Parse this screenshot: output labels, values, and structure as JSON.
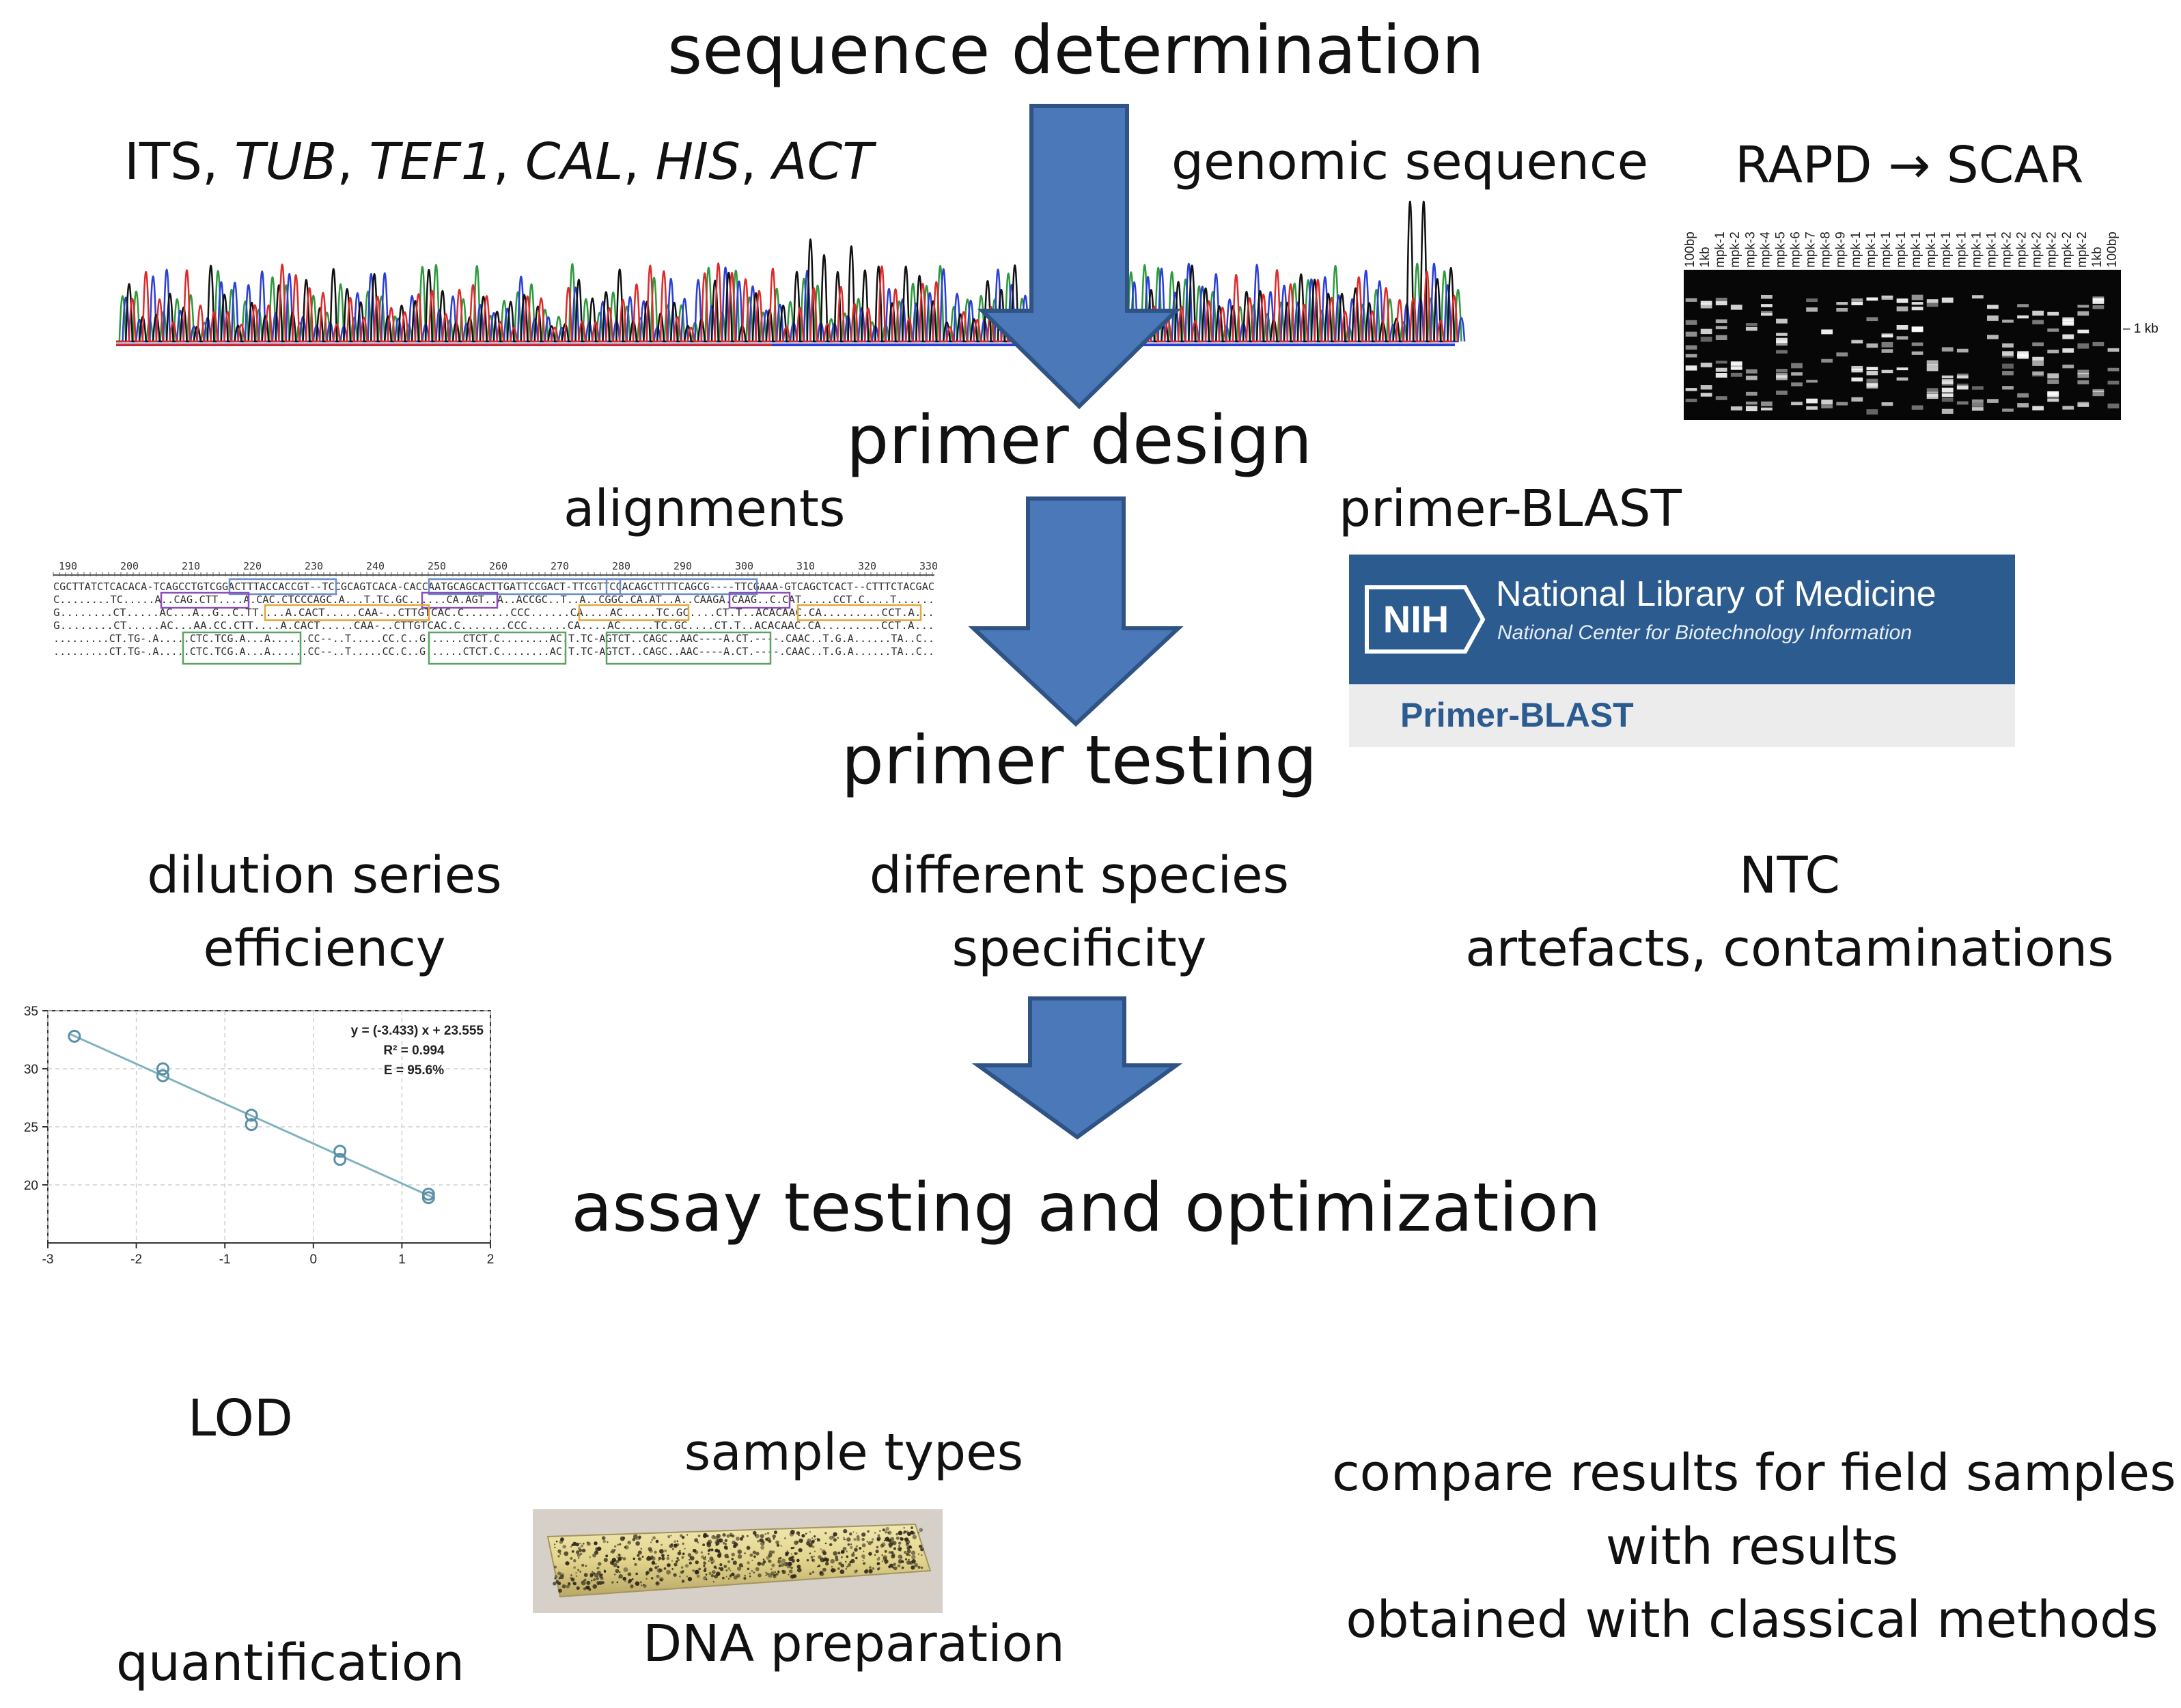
{
  "stages": {
    "sequence_determination": "sequence determination",
    "primer_design": "primer design",
    "primer_testing": "primer testing",
    "assay_testing": "assay testing and optimization"
  },
  "sequence_section": {
    "markers": {
      "its": "ITS",
      "sep": ", ",
      "tub": "TUB",
      "tef1": "TEF1",
      "cal": "CAL",
      "his": "HIS",
      "act": "ACT"
    },
    "genomic": "genomic sequence",
    "rapd": "RAPD",
    "arrow_glyph": "→",
    "scar": "SCAR",
    "gel": {
      "marker_label": "1 kb",
      "lane_labels": [
        "100bp",
        "1kb",
        "mpk-1",
        "mpk-2",
        "mpk-3",
        "mpk-4",
        "mpk-5",
        "mpk-6",
        "mpk-7",
        "mpk-8",
        "mpk-9",
        "mpk-10",
        "mpk-11",
        "mpk-12",
        "mpk-13",
        "mpk-14",
        "mpk-15",
        "mpk-16",
        "mpk-17",
        "mpk-18",
        "mpk-19",
        "mpk-20",
        "mpk-21",
        "mpk-22",
        "mpk-23",
        "mpk-24",
        "mpk-25",
        "1kb",
        "100bp"
      ]
    }
  },
  "design_section": {
    "alignments": "alignments",
    "primer_blast": "primer-BLAST",
    "ruler_numbers": [
      "190",
      "200",
      "210",
      "220",
      "230",
      "240",
      "250",
      "260",
      "270",
      "280",
      "290",
      "300",
      "310",
      "320",
      "330"
    ],
    "nih_logo": "NIH",
    "nih_title": "National Library of Medicine",
    "nih_subtitle": "National Center for Biotechnology Information",
    "nih_link": "Primer-BLAST"
  },
  "testing_section": {
    "dilution": "dilution series",
    "efficiency": "efficiency",
    "different_species": "different species",
    "specificity": "specificity",
    "ntc": "NTC",
    "artefacts": "artefacts, contaminations"
  },
  "assay_section": {
    "lod": "LOD",
    "quantification": "quantification",
    "sample_types": "sample types",
    "dna_preparation": "DNA preparation",
    "compare_line1": "compare results for field samples",
    "compare_line2": "with results",
    "compare_line3": "obtained with classical methods"
  },
  "colors": {
    "arrow_fill": "#4a78b8",
    "arrow_stroke": "#2e5384",
    "nih_blue": "#2c5b8f",
    "trace_a": "#2e9a3e",
    "trace_c": "#2b3fd6",
    "trace_g": "#111111",
    "trace_t": "#dd2a2a",
    "fit_line": "#7fb3c0"
  },
  "chart_data": {
    "type": "scatter",
    "title": "",
    "xlabel": "",
    "ylabel": "",
    "xlim": [
      -3,
      2
    ],
    "ylim": [
      15,
      35
    ],
    "x_ticks": [
      "-3",
      "-2",
      "-1",
      "0",
      "1",
      "2"
    ],
    "y_ticks": [
      "20",
      "25",
      "30",
      "35"
    ],
    "annotation": [
      "y = (-3.433) x + 23.555",
      "R² = 0.994",
      "E = 95.6%"
    ],
    "fit": {
      "slope": -3.433,
      "intercept": 23.555
    },
    "points": [
      {
        "x": -2.7,
        "y": 32.8
      },
      {
        "x": -1.7,
        "y": 30.0
      },
      {
        "x": -1.7,
        "y": 29.4
      },
      {
        "x": -0.7,
        "y": 26.0
      },
      {
        "x": -0.7,
        "y": 25.2
      },
      {
        "x": 0.3,
        "y": 22.9
      },
      {
        "x": 0.3,
        "y": 22.2
      },
      {
        "x": 1.3,
        "y": 19.2
      },
      {
        "x": 1.3,
        "y": 18.9
      }
    ],
    "grid": true
  }
}
